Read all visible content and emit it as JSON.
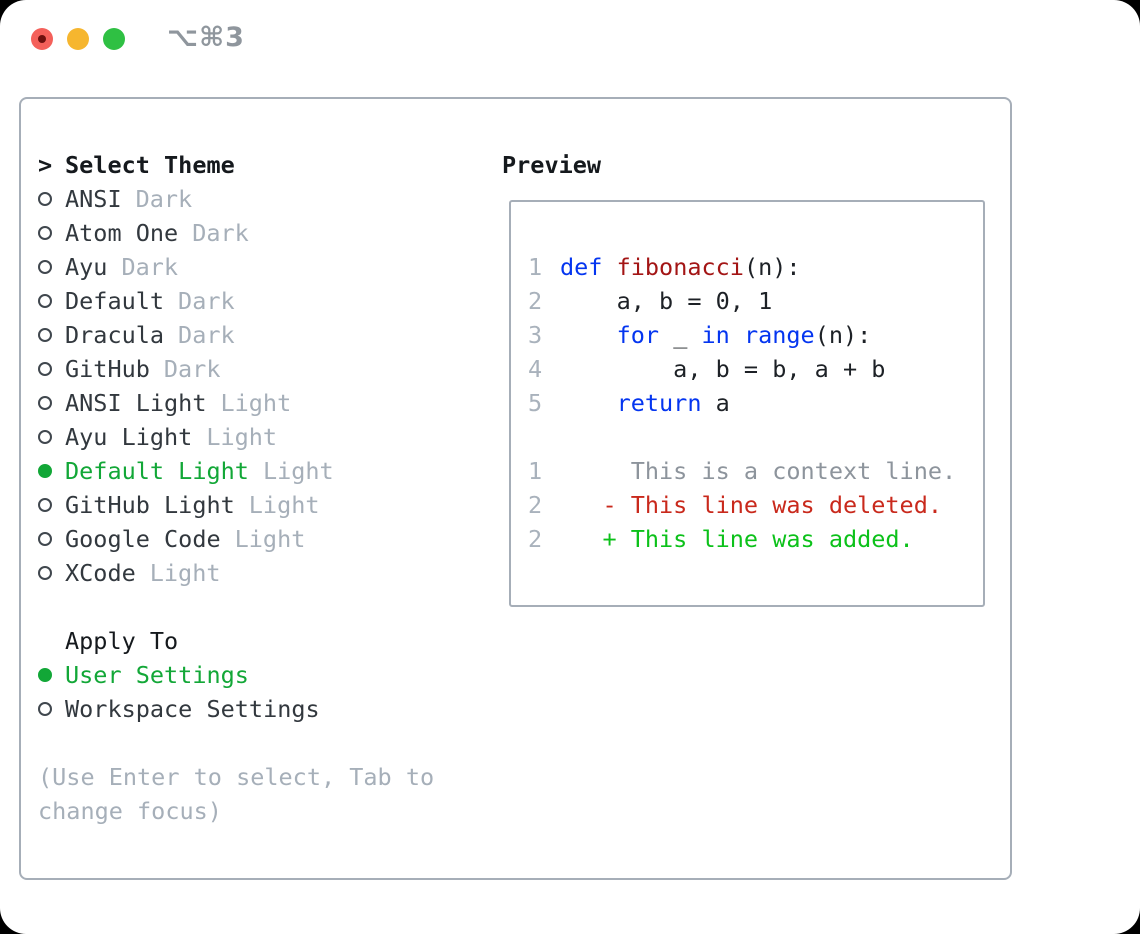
{
  "window": {
    "shortcut_label": "⌥⌘3"
  },
  "theme_list": {
    "prompt": ">",
    "header": "Select Theme",
    "items": [
      {
        "name": "ANSI",
        "variant": "Dark",
        "selected": false
      },
      {
        "name": "Atom One",
        "variant": "Dark",
        "selected": false
      },
      {
        "name": "Ayu",
        "variant": "Dark",
        "selected": false
      },
      {
        "name": "Default",
        "variant": "Dark",
        "selected": false
      },
      {
        "name": "Dracula",
        "variant": "Dark",
        "selected": false
      },
      {
        "name": "GitHub",
        "variant": "Dark",
        "selected": false
      },
      {
        "name": "ANSI Light",
        "variant": "Light",
        "selected": false
      },
      {
        "name": "Ayu Light",
        "variant": "Light",
        "selected": false
      },
      {
        "name": "Default Light",
        "variant": "Light",
        "selected": true
      },
      {
        "name": "GitHub Light",
        "variant": "Light",
        "selected": false
      },
      {
        "name": "Google Code",
        "variant": "Light",
        "selected": false
      },
      {
        "name": "XCode",
        "variant": "Light",
        "selected": false
      }
    ]
  },
  "apply_to": {
    "header": "Apply To",
    "options": [
      {
        "label": "User Settings",
        "selected": true
      },
      {
        "label": "Workspace Settings",
        "selected": false
      }
    ]
  },
  "help": {
    "line1": "(Use Enter to select, Tab to",
    "line2": "change focus)"
  },
  "preview": {
    "title": "Preview",
    "lines": [
      {
        "num": "1",
        "kind": "code",
        "segments": [
          {
            "text": "def",
            "style": "keyword"
          },
          {
            "text": " ",
            "style": "plain"
          },
          {
            "text": "fibonacci",
            "style": "function"
          },
          {
            "text": "(n):",
            "style": "plain"
          }
        ]
      },
      {
        "num": "2",
        "kind": "code",
        "segments": [
          {
            "text": "    a, b = 0, 1",
            "style": "plain"
          }
        ]
      },
      {
        "num": "3",
        "kind": "code",
        "segments": [
          {
            "text": "    ",
            "style": "plain"
          },
          {
            "text": "for",
            "style": "keyword"
          },
          {
            "text": " _ ",
            "style": "plain"
          },
          {
            "text": "in",
            "style": "keyword"
          },
          {
            "text": " ",
            "style": "plain"
          },
          {
            "text": "range",
            "style": "keyword"
          },
          {
            "text": "(n):",
            "style": "plain"
          }
        ]
      },
      {
        "num": "4",
        "kind": "code",
        "segments": [
          {
            "text": "        a, b = b, a + b",
            "style": "plain"
          }
        ]
      },
      {
        "num": "5",
        "kind": "code",
        "segments": [
          {
            "text": "    ",
            "style": "plain"
          },
          {
            "text": "return",
            "style": "keyword"
          },
          {
            "text": " a",
            "style": "plain"
          }
        ]
      },
      {
        "num": "",
        "kind": "blank",
        "segments": []
      },
      {
        "num": "1",
        "kind": "diff-context",
        "segments": [
          {
            "text": "     This is a context line.",
            "style": "context"
          }
        ]
      },
      {
        "num": "2",
        "kind": "diff-deleted",
        "segments": [
          {
            "text": "   - This line was deleted.",
            "style": "deleted"
          }
        ]
      },
      {
        "num": "2",
        "kind": "diff-added",
        "segments": [
          {
            "text": "   + This line was added.",
            "style": "added"
          }
        ]
      }
    ]
  },
  "colors": {
    "selection_green": "#12a737",
    "added_green": "#0cc11a",
    "deleted_red": "#c9291c",
    "keyword_blue": "#0435f0",
    "function_dark_red": "#a31515",
    "muted_gray": "#a6afb9",
    "context_gray": "#8d949c",
    "line_number_gray": "#a9b2bc",
    "border_gray": "#a6aeb8",
    "traffic_red": "#f4605a",
    "traffic_yellow": "#f6b62f",
    "traffic_green": "#2fc043"
  }
}
